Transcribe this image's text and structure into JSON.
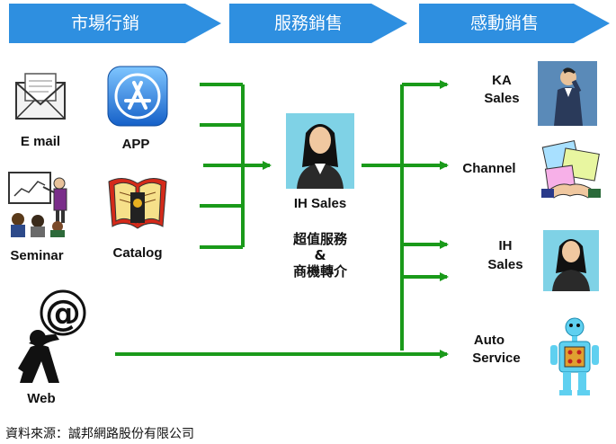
{
  "banners": [
    "市場行銷",
    "服務銷售",
    "感動銷售"
  ],
  "sources": {
    "email": "E mail",
    "app": "APP",
    "seminar": "Seminar",
    "catalog": "Catalog",
    "web": "Web"
  },
  "center": {
    "label": "IH Sales",
    "note_line1": "超值服務",
    "note_line2": "&",
    "note_line3": "商機轉介"
  },
  "targets": {
    "ka_line1": "KA",
    "ka_line2": "Sales",
    "channel": "Channel",
    "ih_line1": "IH",
    "ih_line2": "Sales",
    "auto_line1": "Auto",
    "auto_line2": "Service"
  },
  "source_credit": "資料來源：誠邦網路股份有限公司",
  "colors": {
    "banner": "#2e8fe0",
    "arrow": "#1a9a1a"
  }
}
